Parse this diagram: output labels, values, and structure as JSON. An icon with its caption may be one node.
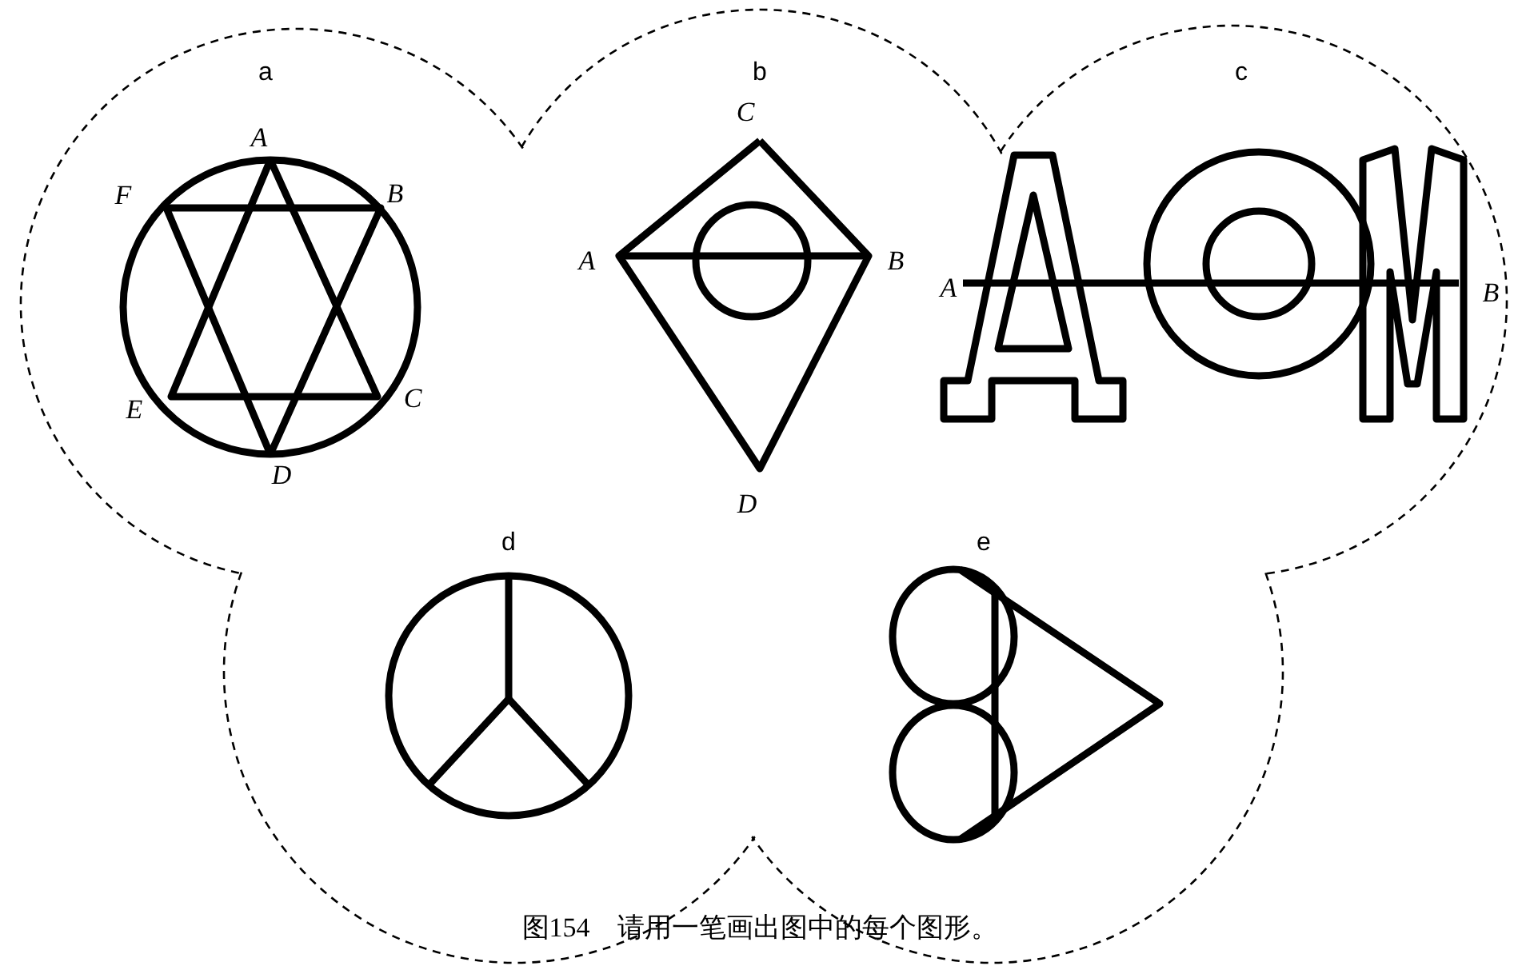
{
  "diagram": {
    "caption": "图154　请用一笔画出图中的每个图形。",
    "labels": [
      "a",
      "A",
      "B",
      "C",
      "D",
      "E",
      "F",
      "b",
      "C",
      "A",
      "B",
      "D",
      "c",
      "A",
      "B",
      "d",
      "e"
    ]
  }
}
